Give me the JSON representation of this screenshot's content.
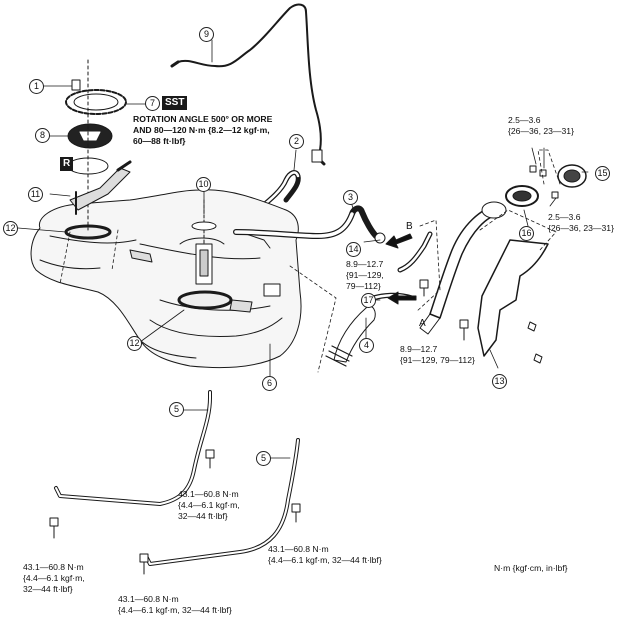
{
  "callouts": {
    "n1": "1",
    "n2": "2",
    "n3": "3",
    "n4": "4",
    "n5a": "5",
    "n5b": "5",
    "n6": "6",
    "n7": "7",
    "n8": "8",
    "n9": "9",
    "n10": "10",
    "n11": "11",
    "n12a": "12",
    "n12b": "12",
    "n13": "13",
    "n14": "14",
    "n15": "15",
    "n16": "16",
    "n17": "17"
  },
  "tags": {
    "sst": "SST",
    "r": "R"
  },
  "arrows": {
    "a": "A",
    "b": "B"
  },
  "notes": {
    "sst_line1": "ROTATION ANGLE 500° OR MORE",
    "sst_line2": "AND 80—120 N·m {8.2—12 kgf·m,",
    "sst_line3": "60—88 ft·lbf}",
    "torque_top_line1": "2.5—3.6",
    "torque_top_line2": "{26—36, 23—31}",
    "torque_right_line1": "2.5—3.6",
    "torque_right_line2": "{26—36, 23—31}",
    "torque_14_line1": "8.9—12.7",
    "torque_14_line2": "{91—129,",
    "torque_14_line3": "79—112}",
    "torque_bolt_line1": "8.9—12.7",
    "torque_bolt_line2": "{91—129, 79—112}",
    "torque_mid_line1": "43.1—60.8 N·m",
    "torque_mid_line2": "{4.4—6.1 kgf·m,",
    "torque_mid_line3": "32—44 ft·lbf}",
    "torque_left_line1": "43.1—60.8 N·m",
    "torque_left_line2": "{4.4—6.1 kgf·m,",
    "torque_left_line3": "32—44 ft·lbf}",
    "torque_center_line1": "43.1—60.8 N·m",
    "torque_center_line2": "{4.4—6.1 kgf·m, 32—44 ft·lbf}",
    "torque_bottom_line1": "43.1—60.8 N·m",
    "torque_bottom_line2": "{4.4—6.1 kgf·m, 32—44 ft·lbf}",
    "units": "N·m {kgf·cm, in·lbf}"
  }
}
